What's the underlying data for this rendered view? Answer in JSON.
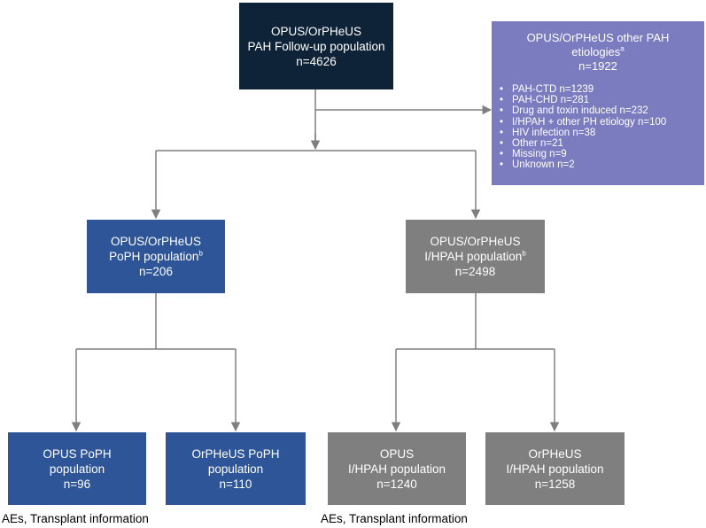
{
  "top_box": {
    "line1": "OPUS/OrPHeUS",
    "line2": "PAH Follow-up population",
    "line3": "n=4626"
  },
  "other_box": {
    "line1": "OPUS/OrPHeUS other PAH",
    "line2": "etiologies",
    "line2_sup": "a",
    "line3": "n=1922",
    "items": [
      "PAH-CTD n=1239",
      "PAH-CHD n=281",
      "Drug and toxin induced n=232",
      "I/HPAH + other PH etiology n=100",
      "HIV infection n=38",
      "Other n=21",
      "Missing n=9",
      "Unknown n=2"
    ]
  },
  "poph_box": {
    "line1": "OPUS/OrPHeUS",
    "line2": "PoPH population",
    "line2_sup": "b",
    "line3": "n=206"
  },
  "ihpah_box": {
    "line1": "OPUS/OrPHeUS",
    "line2": "I/HPAH population",
    "line2_sup": "b",
    "line3": "n=2498"
  },
  "opus_poph_box": {
    "line1": "OPUS PoPH",
    "line2": "population",
    "line3": "n=96"
  },
  "orpheus_poph_box": {
    "line1": "OrPHeUS PoPH",
    "line2": "population",
    "line3": "n=110"
  },
  "opus_ihpah_box": {
    "line1": "OPUS",
    "line2": "I/HPAH population",
    "line3": "n=1240"
  },
  "orpheus_ihpah_box": {
    "line1": "OrPHeUS",
    "line2": "I/HPAH population",
    "line3": "n=1258"
  },
  "captions": {
    "left": "AEs, Transplant information",
    "right": "AEs, Transplant information"
  },
  "colors": {
    "top": "#0e2238",
    "poph": "#2e5597",
    "ihpah": "#7f7f7f",
    "other": "#7b7bbf",
    "connector": "#7f7f7f"
  }
}
